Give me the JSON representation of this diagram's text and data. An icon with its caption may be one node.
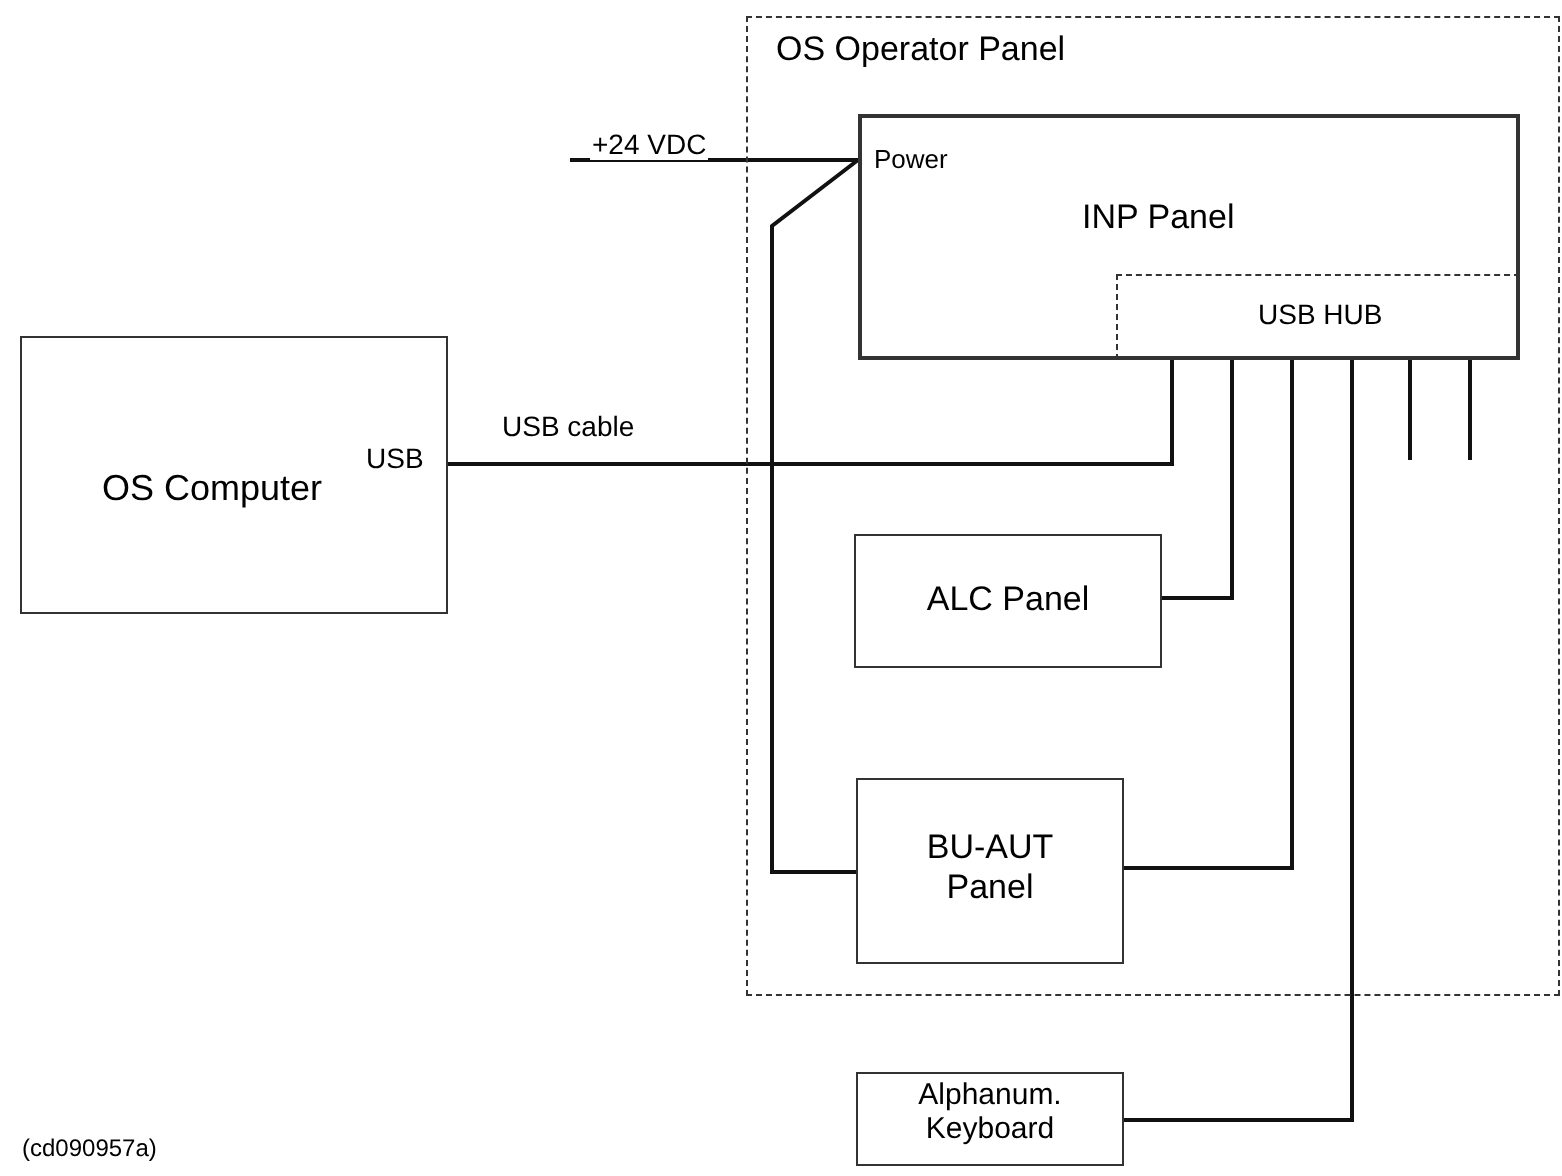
{
  "diagram": {
    "nodes": [
      {
        "text": [
          "OS Operator Panel"
        ]
      },
      {
        "text": [
          "Power",
          "INP Panel"
        ],
        "in": 0
      },
      {
        "text": [
          "USB HUB"
        ],
        "in": 1
      },
      {
        "text": [
          "USB",
          "OS Computer"
        ]
      },
      {
        "text": [
          "ALC Panel"
        ],
        "in": 0
      },
      {
        "text": [
          "BU-AUT Panel"
        ],
        "in": 0
      },
      {
        "text": [
          "Alphanum. Keyboard"
        ]
      }
    ],
    "edges": [
      {
        "from": null,
        "to": 1,
        "arrow": "none",
        "label": "+24 VDC"
      },
      {
        "from": 3,
        "to": 2,
        "arrow": "none",
        "label": "USB cable"
      },
      {
        "from": 1,
        "to": 5,
        "arrow": "none"
      },
      {
        "from": 2,
        "to": 4,
        "arrow": "none"
      },
      {
        "from": 2,
        "to": 5,
        "arrow": "none"
      },
      {
        "from": 2,
        "to": 6,
        "arrow": "none"
      },
      {
        "from": 2,
        "to": null,
        "arrow": "none"
      },
      {
        "from": 2,
        "to": null,
        "arrow": "none"
      }
    ],
    "labels": [
      "(cd090957a)"
    ]
  }
}
